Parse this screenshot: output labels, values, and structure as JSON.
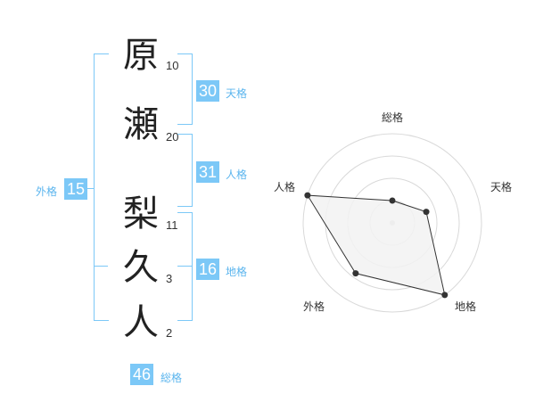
{
  "name": {
    "chars": [
      {
        "char": "原",
        "strokes": "10"
      },
      {
        "char": "瀬",
        "strokes": "20"
      },
      {
        "char": "梨",
        "strokes": "11"
      },
      {
        "char": "久",
        "strokes": "3"
      },
      {
        "char": "人",
        "strokes": "2"
      }
    ]
  },
  "kakusu": {
    "tenkaku": {
      "value": "30",
      "label": "天格"
    },
    "jinkaku": {
      "value": "31",
      "label": "人格"
    },
    "chikaku": {
      "value": "16",
      "label": "地格"
    },
    "gaikaku": {
      "value": "15",
      "label": "外格"
    },
    "soukaku": {
      "value": "46",
      "label": "総格"
    }
  },
  "radar": {
    "axes": [
      "総格",
      "天格",
      "地格",
      "外格",
      "人格"
    ],
    "levels": 4,
    "values": [
      0.25,
      0.4,
      1.0,
      0.7,
      1.0
    ],
    "colors": {
      "grid": "#d9d9d9",
      "fill": "#f2f2f2",
      "stroke": "#333333",
      "point": "#333333"
    }
  }
}
